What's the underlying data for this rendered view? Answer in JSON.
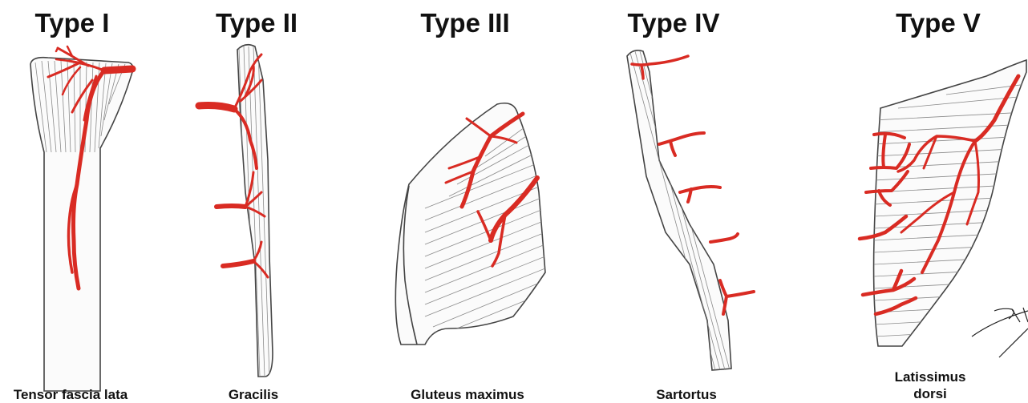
{
  "colors": {
    "vessel": "#d92b23",
    "outline": "#444444",
    "hatch": "#8a8a8a"
  },
  "panels": [
    {
      "type_label": "Type I",
      "muscle": "Tensor fascia lata"
    },
    {
      "type_label": "Type II",
      "muscle": "Gracilis"
    },
    {
      "type_label": "Type III",
      "muscle": "Gluteus maximus"
    },
    {
      "type_label": "Type IV",
      "muscle": "Sartortus"
    },
    {
      "type_label": "Type V",
      "muscle_line1": "Latissimus",
      "muscle_line2": "dorsi"
    }
  ]
}
